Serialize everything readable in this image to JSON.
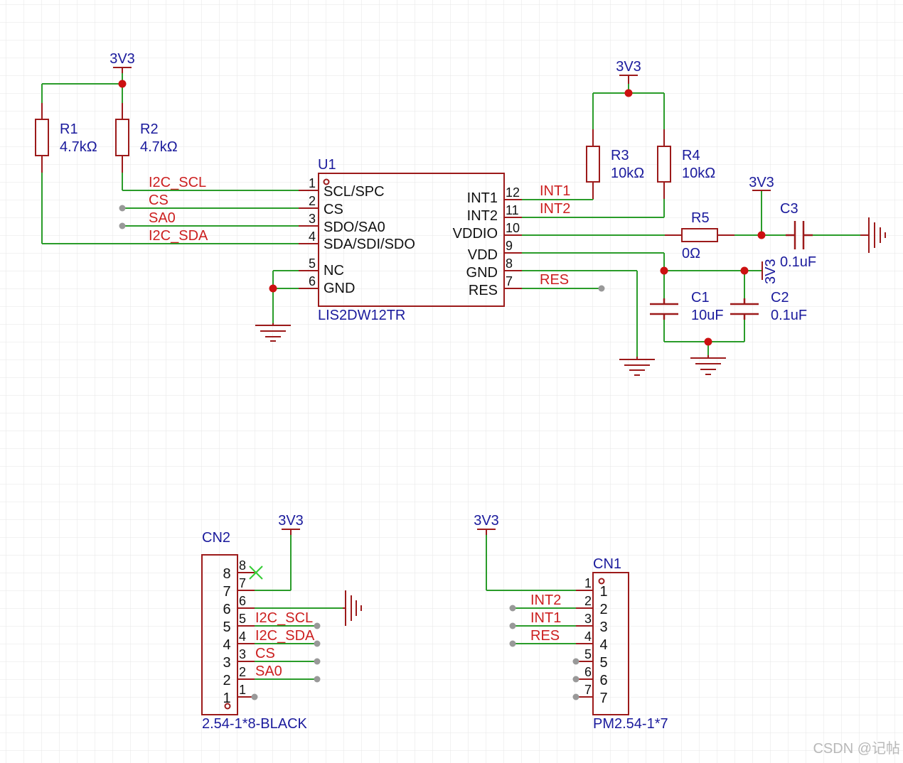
{
  "colors": {
    "wire": "#2a9c2a",
    "component": "#9c1a1a",
    "ref_text": "#1a1a9c",
    "net_label": "#cc1f1f",
    "junction": "#cc1111",
    "grid": "#e6e6e6",
    "unconnected_marker": "#999999",
    "no_connect": "#33cc33"
  },
  "power": {
    "v3v3": "3V3"
  },
  "resistors": {
    "r1": {
      "ref": "R1",
      "value": "4.7kΩ"
    },
    "r2": {
      "ref": "R2",
      "value": "4.7kΩ"
    },
    "r3": {
      "ref": "R3",
      "value": "10kΩ"
    },
    "r4": {
      "ref": "R4",
      "value": "10kΩ"
    },
    "r5": {
      "ref": "R5",
      "value": "0Ω"
    }
  },
  "capacitors": {
    "c1": {
      "ref": "C1",
      "value": "10uF"
    },
    "c2": {
      "ref": "C2",
      "value": "0.1uF"
    },
    "c3": {
      "ref": "C3",
      "value": "0.1uF"
    }
  },
  "u1": {
    "ref": "U1",
    "part": "LIS2DW12TR",
    "left_pins": [
      {
        "num": "1",
        "name": "SCL/SPC"
      },
      {
        "num": "2",
        "name": "CS"
      },
      {
        "num": "3",
        "name": "SDO/SA0"
      },
      {
        "num": "4",
        "name": "SDA/SDI/SDO"
      },
      {
        "num": "5",
        "name": "NC"
      },
      {
        "num": "6",
        "name": "GND"
      }
    ],
    "right_pins": [
      {
        "num": "12",
        "name": "INT1"
      },
      {
        "num": "11",
        "name": "INT2"
      },
      {
        "num": "10",
        "name": "VDDIO"
      },
      {
        "num": "9",
        "name": "VDD"
      },
      {
        "num": "8",
        "name": "GND"
      },
      {
        "num": "7",
        "name": "RES"
      }
    ]
  },
  "nets": {
    "i2c_scl": "I2C_SCL",
    "cs": "CS",
    "sa0": "SA0",
    "i2c_sda": "I2C_SDA",
    "int1": "INT1",
    "int2": "INT2",
    "res": "RES"
  },
  "cn2": {
    "ref": "CN2",
    "part": "2.54-1*8-BLACK",
    "pins_outer": [
      "8",
      "7",
      "6",
      "5",
      "4",
      "3",
      "2",
      "1"
    ],
    "pins_inner": [
      "8",
      "7",
      "6",
      "5",
      "4",
      "3",
      "2",
      "1"
    ]
  },
  "cn1": {
    "ref": "CN1",
    "part": "PM2.54-1*7",
    "pins_outer": [
      "1",
      "2",
      "3",
      "4",
      "5",
      "6",
      "7"
    ],
    "pins_inner": [
      "1",
      "2",
      "3",
      "4",
      "5",
      "6",
      "7"
    ]
  },
  "watermark": "CSDN @记帖"
}
